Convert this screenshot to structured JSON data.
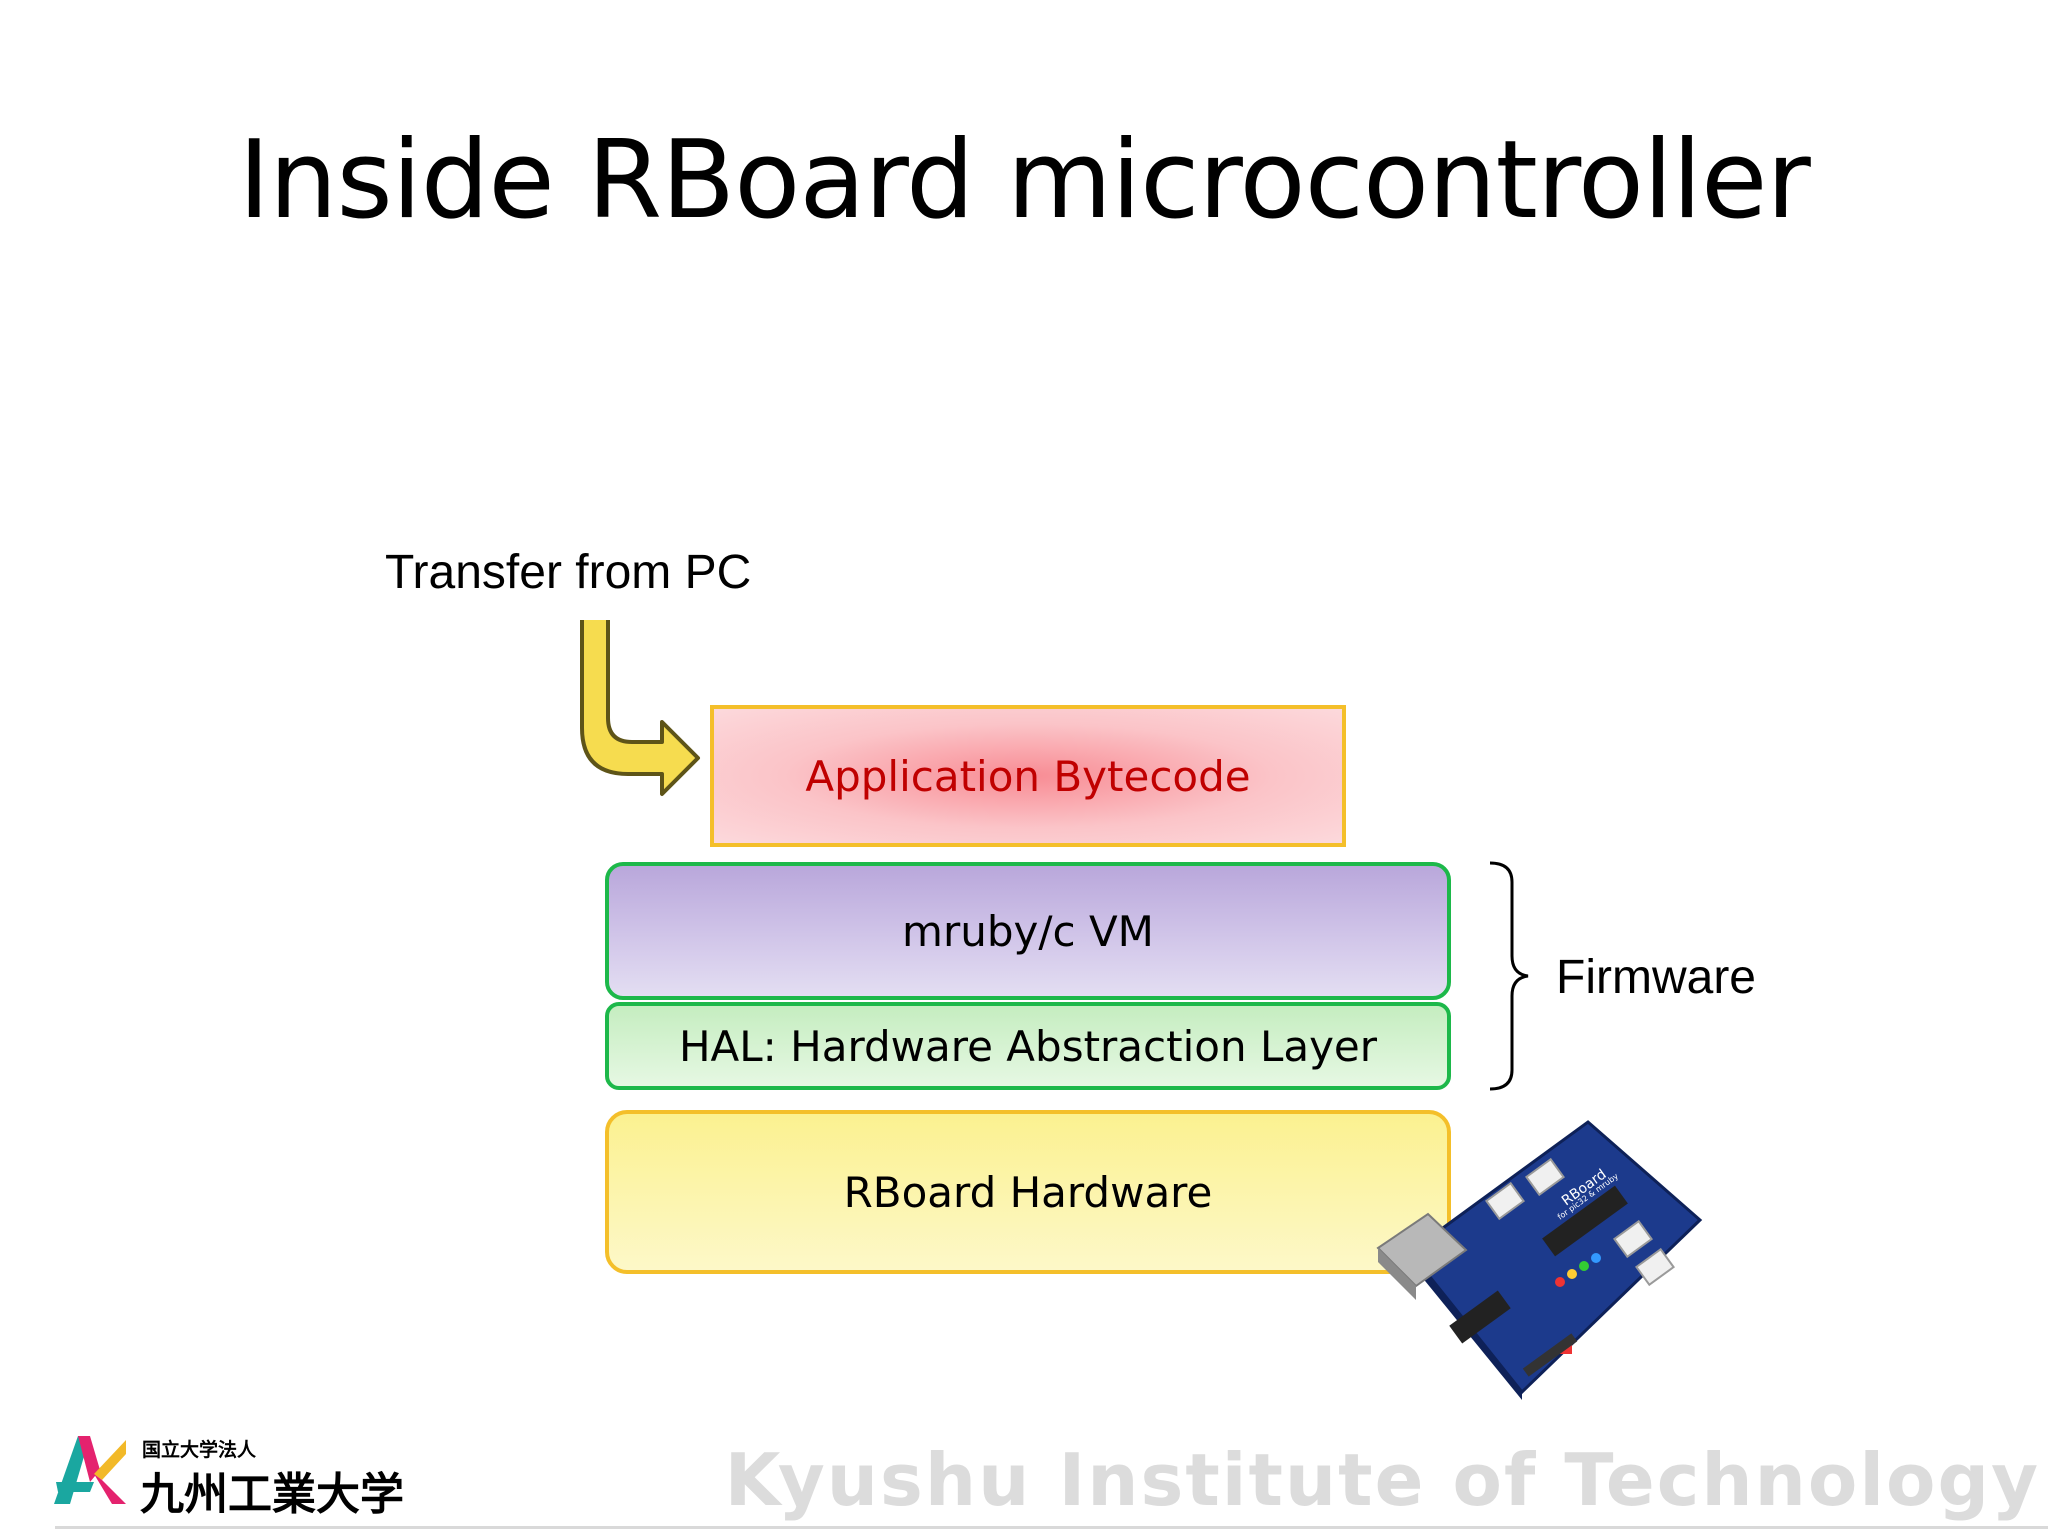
{
  "slide": {
    "title": "Inside RBoard microcontroller",
    "transfer_label": "Transfer from PC",
    "layers": {
      "application": "Application Bytecode",
      "vm": "mruby/c VM",
      "hal": "HAL: Hardware Abstraction Layer",
      "hardware": "RBoard Hardware"
    },
    "firmware_label": "Firmware"
  },
  "board": {
    "silkscreen": "RBoard",
    "silkscreen_sub": "for pic32 & mruby"
  },
  "footer": {
    "logo_small": "国立大学法人",
    "logo_big": "九州工業大学",
    "institution": "Kyushu Institute of Technology"
  },
  "colors": {
    "app_text": "#c00000",
    "app_border": "#f4bf2a",
    "vm_border": "#1db84a",
    "arrow_fill": "#f6dc4f",
    "footer_text": "#dcdcdc"
  },
  "icons": {
    "transfer": "bent-arrow-icon",
    "firmware_group": "curly-brace-icon",
    "logo": "kyutech-logo-icon"
  }
}
